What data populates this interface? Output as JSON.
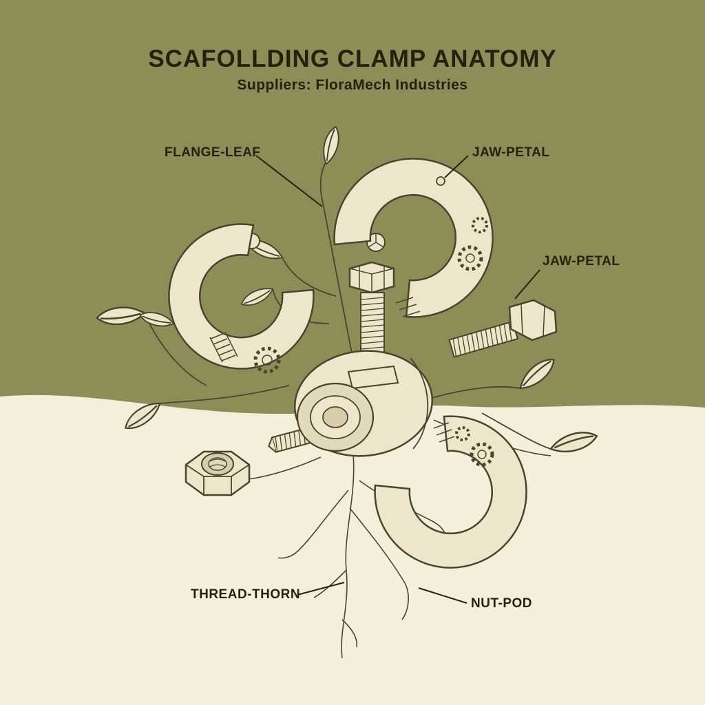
{
  "title": "SCAFOLLDING CLAMP ANATOMY",
  "subtitle": "Suppliers: FloraMech Industries",
  "callouts": {
    "flange_leaf": "FLANGE-LEAF",
    "jaw_petal_top": "JAW-PETAL",
    "jaw_petal_right": "JAW-PETAL",
    "thread_thorn": "THREAD-THORN",
    "nut_pod": "NUT-POD"
  },
  "colors": {
    "background_top": "#8e8d57",
    "background_bottom": "#f4eeda",
    "line_art": "#4a432e",
    "part_fill": "#eee6cb",
    "part_shadow": "#d7cdab",
    "text": "#26200f"
  }
}
